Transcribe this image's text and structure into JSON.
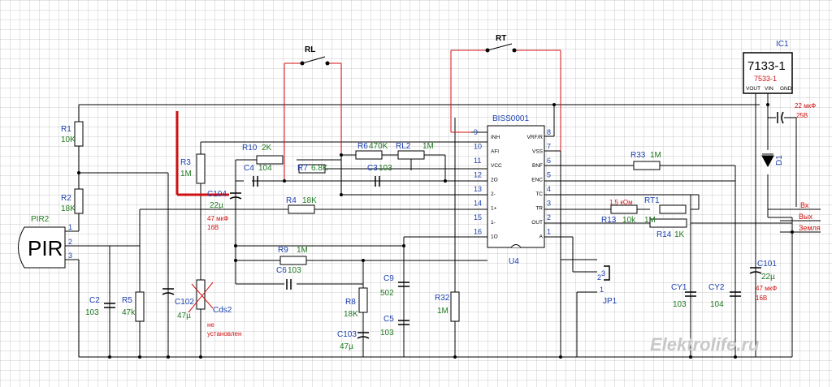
{
  "components": {
    "pir": "PIR",
    "pir_ref": "PIR2",
    "pir_pins": [
      "1",
      "2",
      "3"
    ],
    "r1": {
      "ref": "R1",
      "val": "10K"
    },
    "r2": {
      "ref": "R2",
      "val": "18K"
    },
    "r3": {
      "ref": "R3",
      "val": "1M"
    },
    "r4": {
      "ref": "R4",
      "val": "18K"
    },
    "r5": {
      "ref": "R5",
      "val": "47k"
    },
    "r6": {
      "ref": "R6",
      "val": "470K"
    },
    "r7": {
      "ref": "R7",
      "val": "6.8K"
    },
    "r8": {
      "ref": "R8",
      "val": "18K"
    },
    "r9": {
      "ref": "R9",
      "val": "1M"
    },
    "r10": {
      "ref": "R10",
      "val": "2K"
    },
    "r13": {
      "ref": "R13",
      "val": "10k",
      "note": "1.5 кОм"
    },
    "r14": {
      "ref": "R14",
      "val": "1K"
    },
    "r32": {
      "ref": "R32",
      "val": "1M"
    },
    "r33": {
      "ref": "R33",
      "val": "1M"
    },
    "rl2": {
      "ref": "RL2",
      "val": "1M"
    },
    "rt1": {
      "ref": "RT1",
      "val": "1M"
    },
    "c2": {
      "ref": "C2",
      "val": "103"
    },
    "c3": {
      "ref": "C3",
      "val": "103"
    },
    "c4": {
      "ref": "C4",
      "val": "104"
    },
    "c5": {
      "ref": "C5",
      "val": "103"
    },
    "c6": {
      "ref": "C6",
      "val": "103"
    },
    "c9": {
      "ref": "C9",
      "val": "502"
    },
    "c101": {
      "ref": "C101",
      "val": "22µ",
      "note1": "47 мкФ",
      "note2": "16В"
    },
    "c102": {
      "ref": "C102",
      "val": "47µ"
    },
    "c103": {
      "ref": "C103",
      "val": "47µ"
    },
    "c104": {
      "ref": "C104",
      "val": "22µ",
      "note1": "47 мкФ",
      "note2": "16В"
    },
    "cy1": {
      "ref": "CY1",
      "val": "103"
    },
    "cy2": {
      "ref": "CY2",
      "val": "104"
    },
    "cds2": {
      "ref": "Cds2",
      "note1": "не",
      "note2": "установлен"
    },
    "rl": "RL",
    "rt": "RT",
    "d1": "D1",
    "jp1": "JP1",
    "jp_pins": [
      "3",
      "2",
      "1"
    ],
    "ic1": {
      "ref": "IC1",
      "val": "7133-1",
      "alt": "7533-1",
      "pins": [
        "VOUT",
        "VIN",
        "GND"
      ],
      "cap_note1": "22 мкФ",
      "cap_note2": "25В"
    },
    "u4": {
      "name": "BISS0001",
      "ref": "U4"
    }
  },
  "chip_left": [
    {
      "num": "9",
      "name": "INH"
    },
    {
      "num": "10",
      "name": "AFI"
    },
    {
      "num": "11",
      "name": "VCC"
    },
    {
      "num": "12",
      "name": "2O"
    },
    {
      "num": "13",
      "name": "2-"
    },
    {
      "num": "14",
      "name": "1+"
    },
    {
      "num": "15",
      "name": "1-"
    },
    {
      "num": "16",
      "name": "1O"
    }
  ],
  "chip_right": [
    {
      "num": "8",
      "name": "VRF/R"
    },
    {
      "num": "7",
      "name": "VSS"
    },
    {
      "num": "6",
      "name": "BNF"
    },
    {
      "num": "5",
      "name": "ENC"
    },
    {
      "num": "4",
      "name": "TC"
    },
    {
      "num": "3",
      "name": "TR"
    },
    {
      "num": "2",
      "name": "OUT"
    },
    {
      "num": "1",
      "name": "A"
    }
  ],
  "outputs": [
    "Вх",
    "Вых",
    "Земля"
  ],
  "watermark": "Elektrolife.ru"
}
